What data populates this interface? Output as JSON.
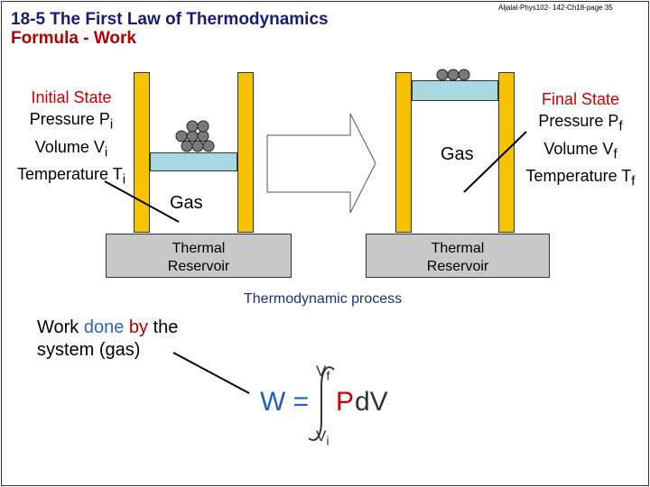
{
  "header": {
    "title": "18-5 The First Law of Thermodynamics",
    "subtitle": "Formula - Work",
    "meta": "Aljalal-Phys102- 142-Ch18-page 35"
  },
  "initial_state": {
    "heading": "Initial State",
    "pressure": "Pressure P",
    "pressure_sub": "i",
    "volume": "Volume V",
    "volume_sub": "i",
    "temperature": "Temperature T",
    "temperature_sub": "i"
  },
  "final_state": {
    "heading": "Final State",
    "pressure": "Pressure P",
    "pressure_sub": "f",
    "volume": "Volume V",
    "volume_sub": "f",
    "temperature": "Temperature T",
    "temperature_sub": "f"
  },
  "gas_label_left": "Gas",
  "gas_label_right": "Gas",
  "reservoir_left": {
    "line1": "Thermal",
    "line2": "Reservoir"
  },
  "reservoir_right": {
    "line1": "Thermal",
    "line2": "Reservoir"
  },
  "process_label": "Thermodynamic process",
  "work": {
    "part1": "Work ",
    "done": "done",
    "space": " ",
    "by": "by",
    "part2": " the",
    "line2": "system (gas)"
  },
  "formula": {
    "w": "W =",
    "p": "P",
    "dv": "dV",
    "upper": "V",
    "upper_sub": "f",
    "lower": "V",
    "lower_sub": "i"
  },
  "colors": {
    "pillar": "#f7c200",
    "piston": "#a9d9e0",
    "reservoir": "#c8c8c8"
  }
}
